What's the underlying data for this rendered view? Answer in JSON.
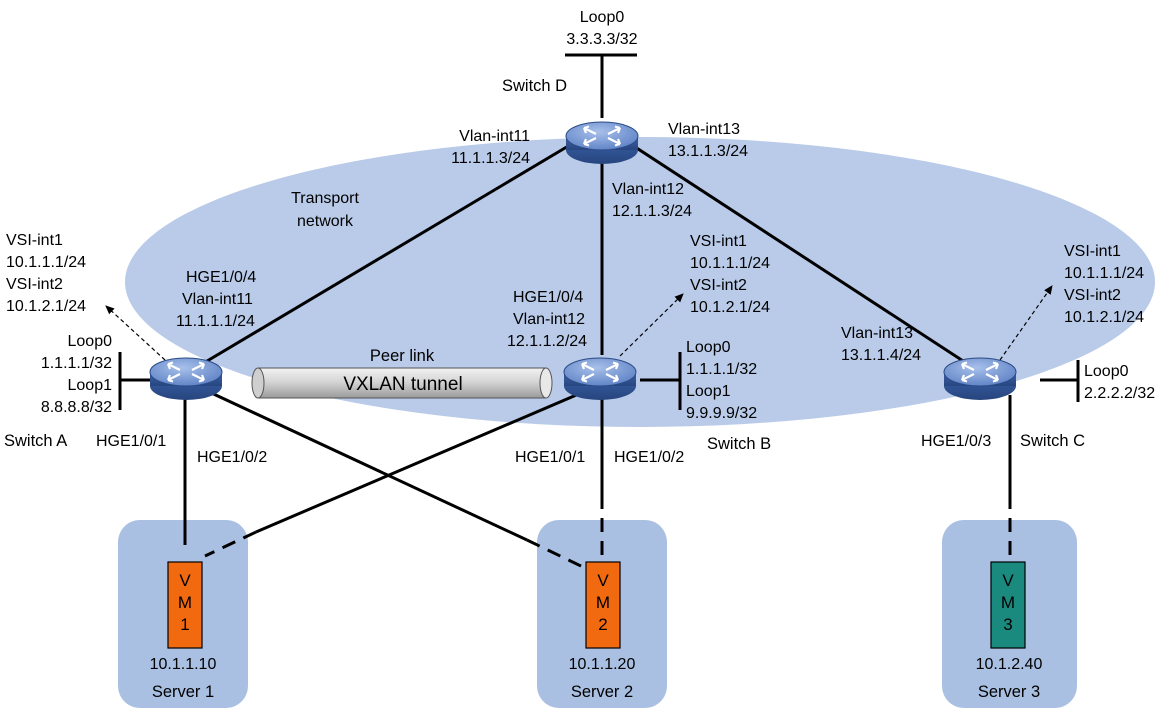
{
  "colors": {
    "ellipse": "#b9cbe9",
    "server_box": "#a9c0e3",
    "vm_orange": "#f26a10",
    "vm_teal": "#1a8a7e",
    "router_body": "#4f73b6",
    "router_top": "#7fa0d6",
    "link": "#000000",
    "tunnel": "#d9d9d9"
  },
  "transport": {
    "line1": "Transport",
    "line2": "network"
  },
  "switch_d": {
    "name": "Switch D",
    "loop0_name": "Loop0",
    "loop0_ip": "3.3.3.3/32",
    "if_left_name": "Vlan-int11",
    "if_left_ip": "11.1.1.3/24",
    "if_right_name": "Vlan-int13",
    "if_right_ip": "13.1.1.3/24",
    "if_down_name": "Vlan-int12",
    "if_down_ip": "12.1.1.3/24"
  },
  "switch_a": {
    "name": "Switch A",
    "vsi1": "VSI-int1",
    "vsi1_ip": "10.1.1.1/24",
    "vsi2": "VSI-int2",
    "vsi2_ip": "10.1.2.1/24",
    "hge_up": "HGE1/0/4",
    "vlan": "Vlan-int11",
    "vlan_ip": "11.1.1.1/24",
    "loop0": "Loop0",
    "loop0_ip": "1.1.1.1/32",
    "loop1": "Loop1",
    "loop1_ip": "8.8.8.8/32",
    "hge_down1": "HGE1/0/1",
    "hge_down2": "HGE1/0/2"
  },
  "switch_b": {
    "name": "Switch B",
    "vsi1": "VSI-int1",
    "vsi1_ip": "10.1.1.1/24",
    "vsi2": "VSI-int2",
    "vsi2_ip": "10.1.2.1/24",
    "hge_up": "HGE1/0/4",
    "vlan": "Vlan-int12",
    "vlan_ip": "12.1.1.2/24",
    "loop0": "Loop0",
    "loop0_ip": "1.1.1.1/32",
    "loop1": "Loop1",
    "loop1_ip": "9.9.9.9/32",
    "hge_down1": "HGE1/0/1",
    "hge_down2": "HGE1/0/2"
  },
  "switch_c": {
    "name": "Switch C",
    "vsi1": "VSI-int1",
    "vsi1_ip": "10.1.1.1/24",
    "vsi2": "VSI-int2",
    "vsi2_ip": "10.1.2.1/24",
    "vlan": "Vlan-int13",
    "vlan_ip": "13.1.1.4/24",
    "loop0": "Loop0",
    "loop0_ip": "2.2.2.2/32",
    "hge_down": "HGE1/0/3"
  },
  "peer_link": "Peer link",
  "tunnel_label": "VXLAN tunnel",
  "servers": [
    {
      "name": "Server 1",
      "vm_line1": "V",
      "vm_line2": "M",
      "vm_line3": "1",
      "ip": "10.1.1.10"
    },
    {
      "name": "Server 2",
      "vm_line1": "V",
      "vm_line2": "M",
      "vm_line3": "2",
      "ip": "10.1.1.20"
    },
    {
      "name": "Server 3",
      "vm_line1": "V",
      "vm_line2": "M",
      "vm_line3": "3",
      "ip": "10.1.2.40"
    }
  ]
}
